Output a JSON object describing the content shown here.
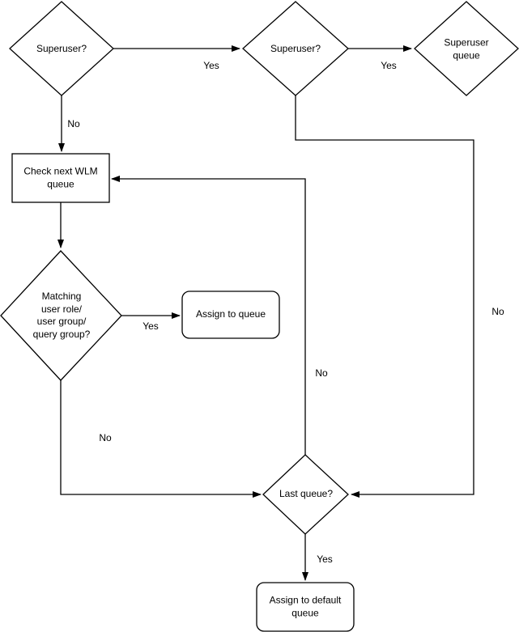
{
  "colors": {
    "stroke": "#000000",
    "fill": "#ffffff",
    "text": "#000000",
    "background": "#ffffff"
  },
  "nodes": {
    "superuser_a": {
      "type": "decision",
      "label": "Superuser?"
    },
    "superuser_b": {
      "type": "decision",
      "label": "Superuser?"
    },
    "superuser_queue": {
      "type": "decision",
      "label": "Superuser queue"
    },
    "check_next_wlm": {
      "type": "process",
      "label": "Check next WLM\nqueue"
    },
    "matching": {
      "type": "decision",
      "label": "Matching\nuser role/\nuser group/\nquery group?"
    },
    "assign_queue": {
      "type": "terminator",
      "label": "Assign to queue"
    },
    "last_queue": {
      "type": "decision",
      "label": "Last queue?"
    },
    "assign_default": {
      "type": "terminator",
      "label": "Assign to default\nqueue"
    }
  },
  "edge_labels": {
    "a_to_b_yes": "Yes",
    "b_to_c_yes": "Yes",
    "a_to_d_no": "No",
    "e_to_f_yes": "Yes",
    "e_to_g_no": "No",
    "b_to_g_no": "No",
    "g_to_d_no": "No",
    "g_to_h_yes": "Yes"
  }
}
